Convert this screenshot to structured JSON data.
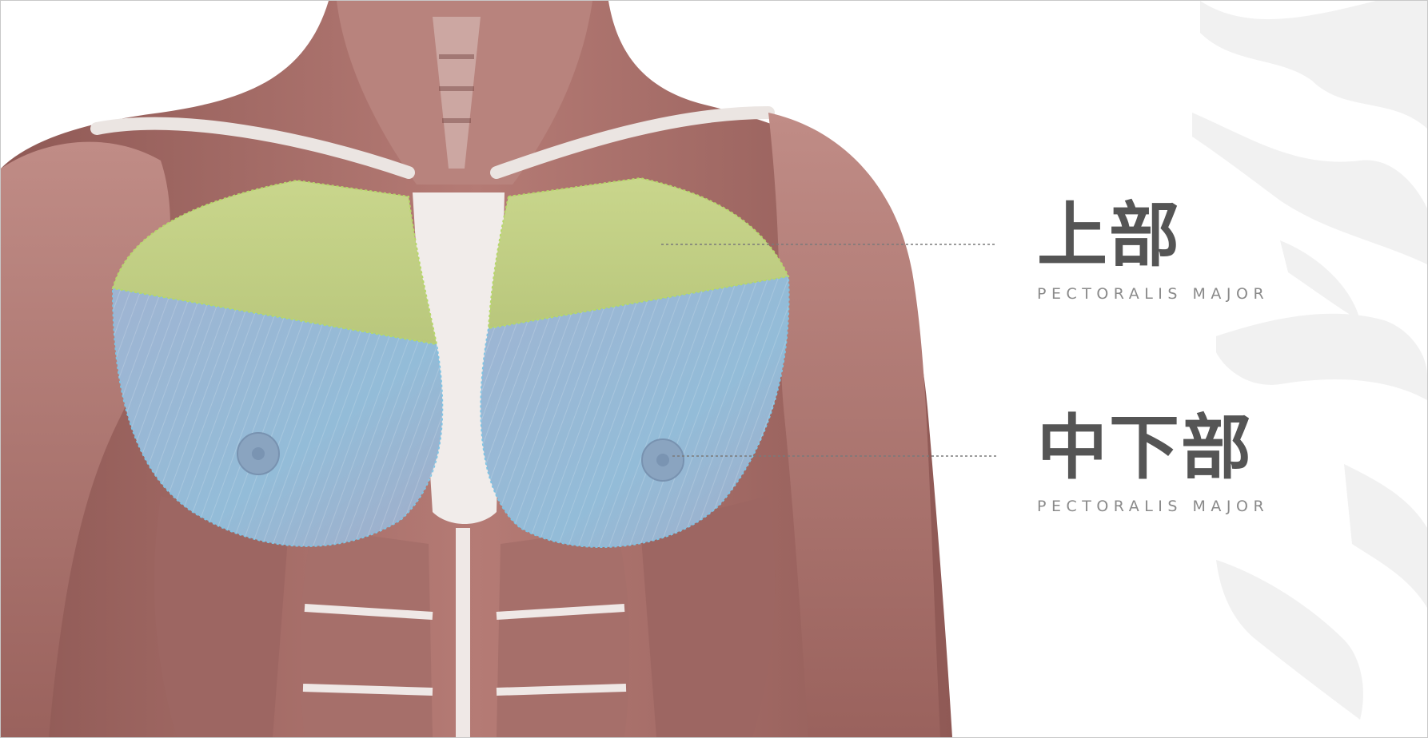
{
  "labels": [
    {
      "id": "upper",
      "title": "上部",
      "subtitle": "PECTORALIS MAJOR",
      "highlight_color": "#c8d98a"
    },
    {
      "id": "lower",
      "title": "中下部",
      "subtitle": "PECTORALIS MAJOR",
      "highlight_color": "#9ec4de"
    }
  ],
  "colors": {
    "muscle": "#a46a65",
    "muscle_light": "#c9908a",
    "tendon": "#ece8e6",
    "text_title": "#555555",
    "text_sub": "#8a8a8a",
    "watermark": "#f1f1f1"
  }
}
